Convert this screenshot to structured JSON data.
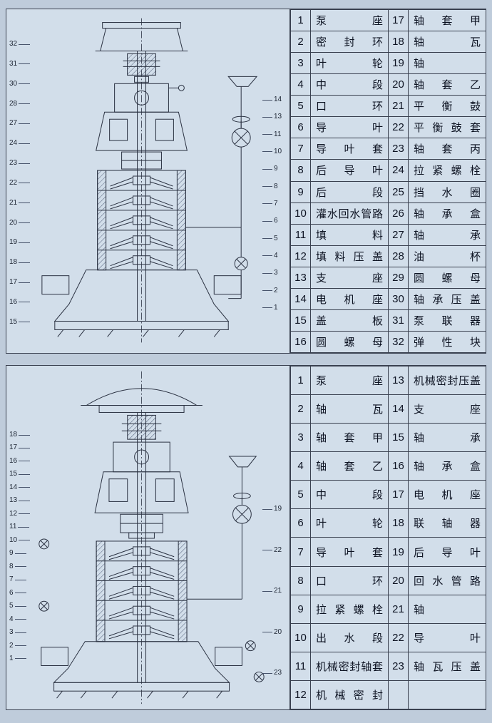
{
  "page": {
    "background": "#bfccdb",
    "panel_background": "#d2deea",
    "line_color": "#2b3242",
    "text_color": "#0d1322"
  },
  "panel_top": {
    "drawing": "vertical-multistage-pump-cross-section",
    "callouts_left": [
      "32",
      "31",
      "30",
      "28",
      "27",
      "24",
      "23",
      "22",
      "21",
      "20",
      "19",
      "18",
      "17",
      "16",
      "15"
    ],
    "callouts_right": [
      "14",
      "13",
      "11",
      "10",
      "9",
      "8",
      "7",
      "6",
      "5",
      "4",
      "3",
      "2",
      "1"
    ],
    "table_rows": [
      {
        "n1": "1",
        "t1": "泵座",
        "n2": "17",
        "t2": "轴套甲"
      },
      {
        "n1": "2",
        "t1": "密封环",
        "n2": "18",
        "t2": "轴瓦"
      },
      {
        "n1": "3",
        "t1": "叶轮",
        "n2": "19",
        "t2": "轴"
      },
      {
        "n1": "4",
        "t1": "中段",
        "n2": "20",
        "t2": "轴套乙"
      },
      {
        "n1": "5",
        "t1": "口环",
        "n2": "21",
        "t2": "平衡鼓"
      },
      {
        "n1": "6",
        "t1": "导叶",
        "n2": "22",
        "t2": "平衡鼓套"
      },
      {
        "n1": "7",
        "t1": "导叶套",
        "n2": "23",
        "t2": "轴套丙"
      },
      {
        "n1": "8",
        "t1": "后导叶",
        "n2": "24",
        "t2": "拉紧螺栓"
      },
      {
        "n1": "9",
        "t1": "后段",
        "n2": "25",
        "t2": "挡水圈"
      },
      {
        "n1": "10",
        "t1": "灌水回水管路",
        "n2": "26",
        "t2": "轴承盒"
      },
      {
        "n1": "11",
        "t1": "填料",
        "n2": "27",
        "t2": "轴承"
      },
      {
        "n1": "12",
        "t1": "填料压盖",
        "n2": "28",
        "t2": "油杯"
      },
      {
        "n1": "13",
        "t1": "支座",
        "n2": "29",
        "t2": "圆螺母"
      },
      {
        "n1": "14",
        "t1": "电机座",
        "n2": "30",
        "t2": "轴承压盖"
      },
      {
        "n1": "15",
        "t1": "盖板",
        "n2": "31",
        "t2": "泵联器"
      },
      {
        "n1": "16",
        "t1": "圆螺母",
        "n2": "32",
        "t2": "弹性块"
      }
    ]
  },
  "panel_bottom": {
    "drawing": "vertical-multistage-pump-mechanical-seal-cross-section",
    "callouts_left": [
      "18",
      "17",
      "16",
      "15",
      "14",
      "13",
      "12",
      "11",
      "10",
      "9",
      "8",
      "7",
      "6",
      "5",
      "4",
      "3",
      "2",
      "1"
    ],
    "callouts_right": [
      "19",
      "22",
      "21",
      "20",
      "23"
    ],
    "table_rows": [
      {
        "n1": "1",
        "t1": "泵座",
        "n2": "13",
        "t2": "机械密封压盖"
      },
      {
        "n1": "2",
        "t1": "轴瓦",
        "n2": "14",
        "t2": "支座"
      },
      {
        "n1": "3",
        "t1": "轴套甲",
        "n2": "15",
        "t2": "轴承"
      },
      {
        "n1": "4",
        "t1": "轴套乙",
        "n2": "16",
        "t2": "轴承盒"
      },
      {
        "n1": "5",
        "t1": "中段",
        "n2": "17",
        "t2": "电机座"
      },
      {
        "n1": "6",
        "t1": "叶轮",
        "n2": "18",
        "t2": "联轴器"
      },
      {
        "n1": "7",
        "t1": "导叶套",
        "n2": "19",
        "t2": "后导叶"
      },
      {
        "n1": "8",
        "t1": "口环",
        "n2": "20",
        "t2": "回水管路"
      },
      {
        "n1": "9",
        "t1": "拉紧螺栓",
        "n2": "21",
        "t2": "轴"
      },
      {
        "n1": "10",
        "t1": "出水段",
        "n2": "22",
        "t2": "导叶"
      },
      {
        "n1": "11",
        "t1": "机械密封轴套",
        "n2": "23",
        "t2": "轴瓦压盖"
      },
      {
        "n1": "12",
        "t1": "机械密封",
        "n2": "",
        "t2": ""
      }
    ]
  }
}
